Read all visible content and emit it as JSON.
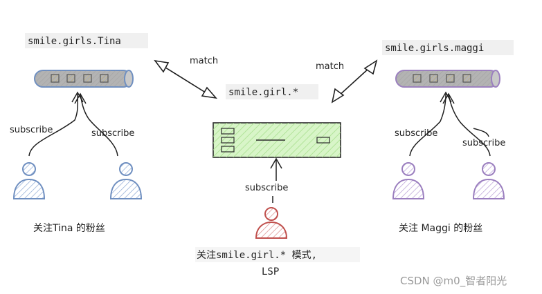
{
  "topics": {
    "left": "smile.girls.Tina",
    "center": "smile.girl.*",
    "right": "smile.girls.maggi"
  },
  "edge_labels": {
    "match_left": "match",
    "match_right": "match",
    "subscribe_left_1": "subscribe",
    "subscribe_left_2": "subscribe",
    "subscribe_center": "subscribe",
    "subscribe_right_1": "subscribe",
    "subscribe_right_2": "subscribe"
  },
  "captions": {
    "left": "关注Tina 的粉丝",
    "center_line1": "关注smile.girl.* 模式,",
    "center_line2": "LSP",
    "right": "关注 Maggi 的粉丝"
  },
  "watermark": "CSDN @m0_智者阳光",
  "colors": {
    "blue": "#6f8fc0",
    "purple": "#9b7fbf",
    "green_fill": "#d8f5c8",
    "green_stroke": "#2b2b2b",
    "red": "#c0504d",
    "gray_pipe": "#b3b3b3",
    "label_bg": "#f0f0f0"
  }
}
